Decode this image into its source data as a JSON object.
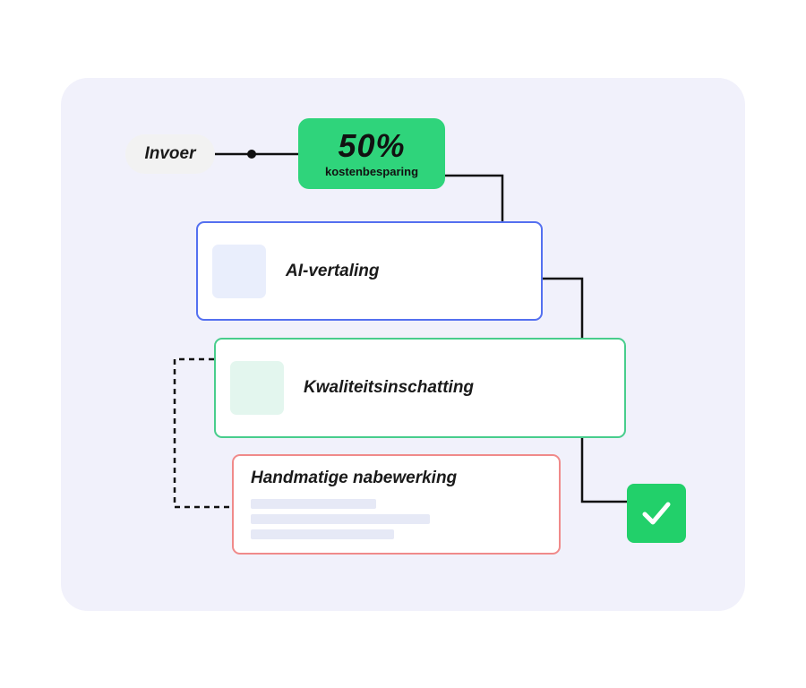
{
  "input": {
    "label": "Invoer"
  },
  "savings": {
    "value": "50%",
    "caption": "kostenbesparing"
  },
  "steps": {
    "ai_translation": {
      "label": "AI-vertaling"
    },
    "quality_estimation": {
      "label": "Kwaliteitsinschatting"
    },
    "post_editing": {
      "label": "Handmatige nabewerking"
    }
  },
  "colors": {
    "background_panel": "#f1f1fb",
    "savings_badge": "#2fd47b",
    "ai_border": "#5470f0",
    "quality_border": "#48cd8c",
    "post_edit_border": "#f08a8a",
    "done": "#22d06a"
  },
  "icons": {
    "done": "checkmark-icon"
  }
}
